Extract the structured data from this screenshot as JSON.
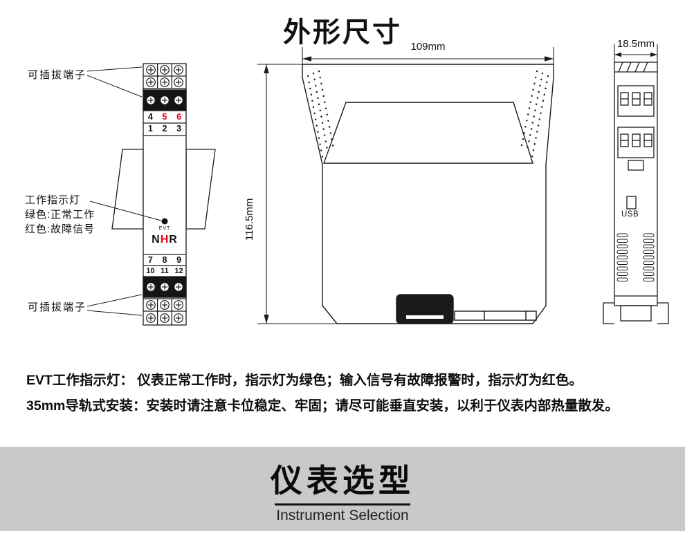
{
  "colors": {
    "line": "#1a1a1a",
    "red": "#e8000f",
    "banner_gray": "#c9c9c9"
  },
  "title": "外形尺寸",
  "front_view": {
    "label_top": "可插拔端子",
    "label_bottom": "可插拔端子",
    "indicator_label": [
      "工作指示灯",
      "绿色:正常工作",
      "红色:故障信号"
    ],
    "terminal_numbers": {
      "row1": [
        "4",
        "5",
        "6"
      ],
      "row2": [
        "1",
        "2",
        "3"
      ],
      "row3": [
        "7",
        "8",
        "9"
      ],
      "row4": [
        "10",
        "11",
        "12"
      ]
    },
    "led_label": "EVT",
    "brand_letters": [
      "N",
      "H",
      "R"
    ]
  },
  "side_view": {
    "width_dim": "109mm",
    "height_dim": "116.5mm"
  },
  "end_view": {
    "width_dim": "18.5mm",
    "usb_label": "USB"
  },
  "notes": {
    "line1": "EVT工作指示灯： 仪表正常工作时，指示灯为绿色；输入信号有故障报警时，指示灯为红色。",
    "line2": "35mm导轨式安装：安装时请注意卡位稳定、牢固；请尽可能垂直安装，以利于仪表内部热量散发。"
  },
  "footer": {
    "title": "仪表选型",
    "subtitle": "Instrument Selection"
  }
}
